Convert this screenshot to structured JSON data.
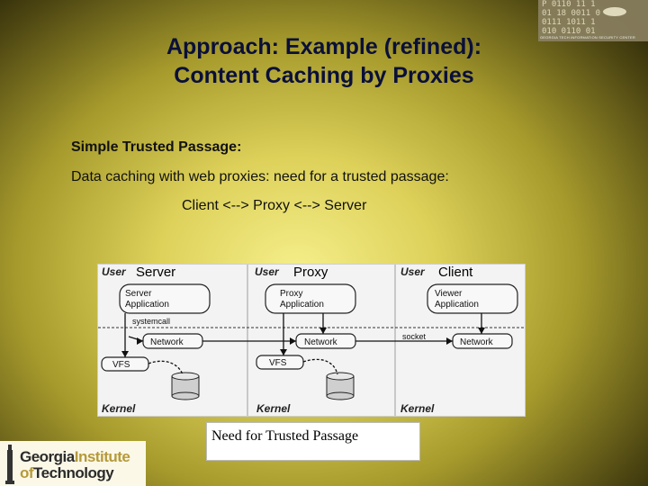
{
  "slide": {
    "title_line1": "Approach: Example (refined):",
    "title_line2": "Content Caching by Proxies",
    "heading": "Simple Trusted Passage:",
    "line2": "Data caching with web proxies: need for a trusted passage:",
    "line3": "Client <--> Proxy <--> Server"
  },
  "figure": {
    "label_server": "Server",
    "label_proxy": "Proxy",
    "label_client": "Client",
    "user_label": "User",
    "kernel_label": "Kernel",
    "server_app": [
      "Server",
      "Application"
    ],
    "proxy_app": [
      "Proxy",
      "Application"
    ],
    "viewer_app": [
      "Viewer",
      "Application"
    ],
    "systemcall_label": "systemcall",
    "socket_label": "socket",
    "network_label": "Network",
    "vfs_label": "VFS"
  },
  "caption": "Need for Trusted Passage",
  "logos": {
    "top_caption": "GEORGIA TECH INFORMATION SECURITY CENTER",
    "top_digits": "P 0110 11 1\n01 18 0011 0\n0111 1011 1\n010 0110 01",
    "gt_word1": "Georgia",
    "gt_word2": "Institute",
    "gt_word3": "of",
    "gt_word4": "Technology"
  },
  "colors": {
    "title": "#0a0f3a",
    "figure_bg": "#f3f3f3",
    "gt_gold": "#b59a3a"
  }
}
